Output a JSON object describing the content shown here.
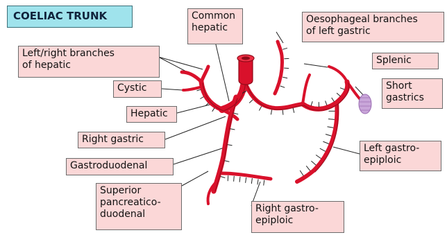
{
  "title": "COELIAC TRUNK",
  "labels": {
    "common_hepatic": "Common\nhepatic",
    "oesophageal": "Oesophageal branches\nof left gastric",
    "left_right_hepatic": "Left/right branches\nof hepatic",
    "splenic": "Splenic",
    "cystic": "Cystic",
    "short_gastrics": "Short\ngastrics",
    "hepatic": "Hepatic",
    "right_gastric": "Right gastric",
    "left_gastroepiploic": "Left gastro-\nepiploic",
    "gastroduodenal": "Gastroduodenal",
    "superior_pancreaticoduodenal": "Superior\npancreatico-\nduodenal",
    "right_gastroepiploic": "Right gastro-\nepiploic"
  },
  "colors": {
    "artery": "#d9112b",
    "artery_dark": "#8e0a18",
    "label_fill": "#fbd7d7",
    "title_fill": "#9fe3ec",
    "spleen": "#c9a6d9"
  }
}
